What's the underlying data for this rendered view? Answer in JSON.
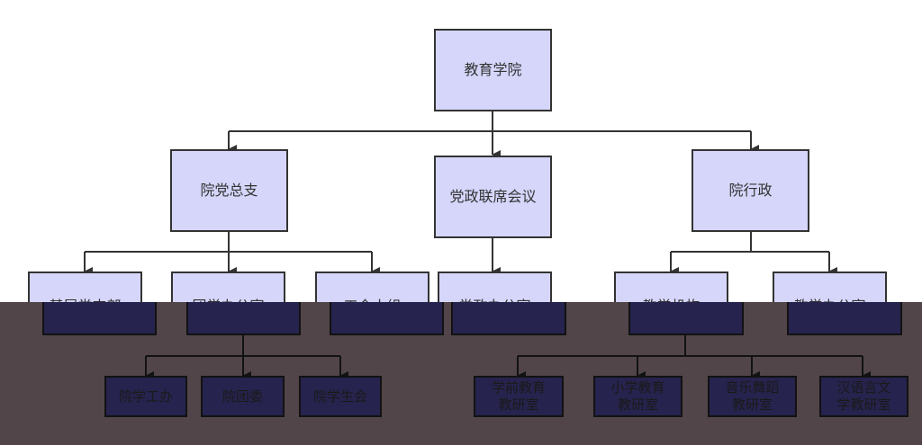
{
  "nodes": {
    "root": "教育学院",
    "party_branch": "院党总支",
    "joint_meeting": "党政联席会议",
    "administration": "院行政",
    "grassroots_branch": "基层党支部",
    "league_office": "团学办公室",
    "union_group": "工会小组",
    "party_gov_office": "党政办公室",
    "teaching_org": "教学机构",
    "academic_office": "教学办公室",
    "student_work": "院学工办",
    "league_committee": "院团委",
    "student_union": "院学生会",
    "preschool_edu": "学前教育\n教研室",
    "primary_edu": "小学教育\n教研室",
    "music_dance": "音乐舞蹈\n教研室",
    "chinese_lang": "汉语言文\n学教研室"
  },
  "colors": {
    "node_fill": "#d5d6fa",
    "node_border": "#333333",
    "overlay_band": "#514549",
    "dimmed_node_fill": "#26234e"
  }
}
